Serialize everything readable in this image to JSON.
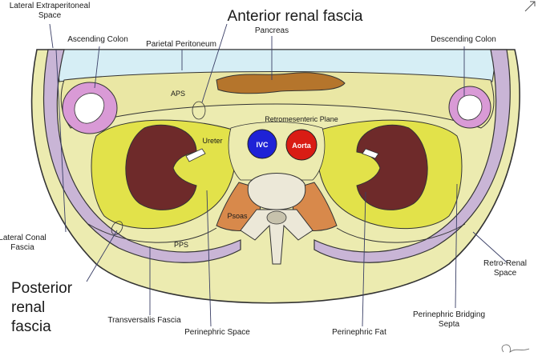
{
  "labels": {
    "lateral_extraperitoneal_space_1": "Lateral Extraperitoneal",
    "lateral_extraperitoneal_space_2": "Space",
    "anterior_renal_fascia": "Anterior renal fascia",
    "pancreas": "Pancreas",
    "ascending_colon": "Ascending Colon",
    "parietal_peritoneum": "Parietal Peritoneum",
    "descending_colon": "Descending Colon",
    "aps": "APS",
    "retromesenteric_plane": "Retromesenteric Plane",
    "ureter": "Ureter",
    "ivc": "IVC",
    "aorta": "Aorta",
    "psoas": "Psoas",
    "pps": "PPS",
    "lateral_conal_fascia_1": "Lateral Conal",
    "lateral_conal_fascia_2": "Fascia",
    "posterior_renal_fascia_1": "Posterior",
    "posterior_renal_fascia_2": "renal",
    "posterior_renal_fascia_3": "fascia",
    "transversalis_fascia": "Transversalis Fascia",
    "perinephric_space": "Perinephric Space",
    "perinephric_fat": "Perinephric Fat",
    "perinephric_bridging_septa_1": "Perinephric Bridging",
    "perinephric_bridging_septa_2": "Septa",
    "retro_renal_space_1": "Retro-Renal",
    "retro_renal_space_2": "Space"
  },
  "colors": {
    "outer_body": "#ecebb0",
    "muscle_wall": "#c9b5d6",
    "anterior_space": "#eae7a4",
    "perinephric_fat": "#e2e24a",
    "kidney": "#6e2a2a",
    "pancreas": "#b5752c",
    "ivc": "#1e22d6",
    "aorta": "#d91c14",
    "psoas": "#d8894b",
    "vertebra": "#ece8d8",
    "peritoneal_cavity": "#d6eef5",
    "colon_ring": "#d99ad6",
    "line": "#3a3f66"
  }
}
